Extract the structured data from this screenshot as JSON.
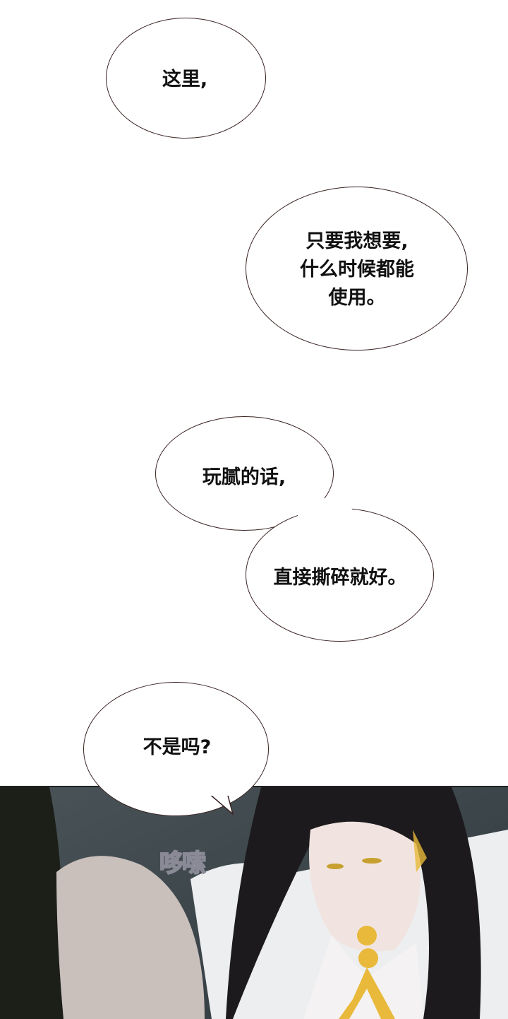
{
  "bubbles": [
    {
      "lines": [
        "这里,"
      ]
    },
    {
      "lines": [
        "只要我想要,",
        "什么时候都能",
        "使用。"
      ]
    },
    {
      "lines": [
        "玩腻的话,"
      ]
    },
    {
      "lines": [
        "直接撕碎就好。"
      ]
    },
    {
      "lines": [
        "不是吗?"
      ]
    }
  ],
  "sfx": "哆嗦",
  "colors": {
    "bubble_border": "#3a2222",
    "panel_bg": "#3d464a",
    "accent_gold": "#e8b93a"
  }
}
